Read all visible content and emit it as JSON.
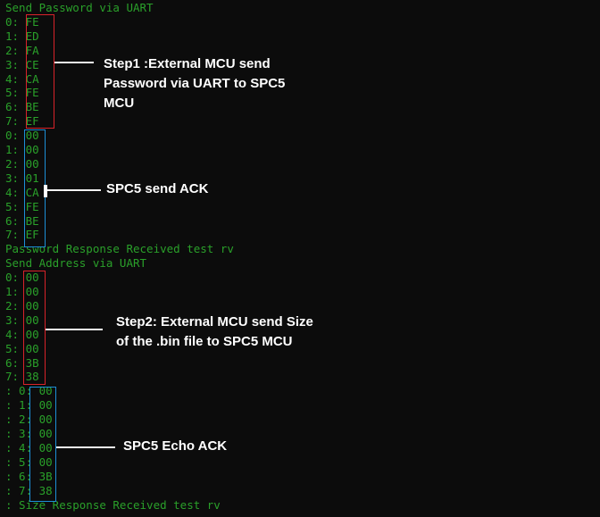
{
  "terminal": {
    "lines": [
      "Send Password via UART",
      "0: FE",
      "1: ED",
      "2: FA",
      "3: CE",
      "4: CA",
      "5: FE",
      "6: BE",
      "7: EF",
      "0: 00",
      "1: 00",
      "2: 00",
      "3: 01",
      "4: CA",
      "5: FE",
      "6: BE",
      "7: EF",
      "Password Response Received test rv",
      "Send Address via UART",
      "0: 00",
      "1: 00",
      "2: 00",
      "3: 00",
      "4: 00",
      "5: 00",
      "6: 3B",
      "7: 38",
      ": 0: 00",
      ": 1: 00",
      ": 2: 00",
      ": 3: 00",
      ": 4: 00",
      ": 5: 00",
      ": 6: 3B",
      ": 7: 38",
      ": Size Response Received test rv"
    ]
  },
  "annotations": {
    "step1": "Step1 :External MCU send\nPassword via UART to SPC5\nMCU",
    "ack": "SPC5 send ACK",
    "step2": "Step2: External MCU send Size\nof the .bin file to SPC5 MCU",
    "echo_ack": "SPC5 Echo ACK"
  },
  "colors": {
    "background": "#0c0c0c",
    "terminal_text": "#2aa02a",
    "annotation_text": "#ffffff",
    "send_box": "#d8232a",
    "ack_box": "#1d8fd6"
  }
}
